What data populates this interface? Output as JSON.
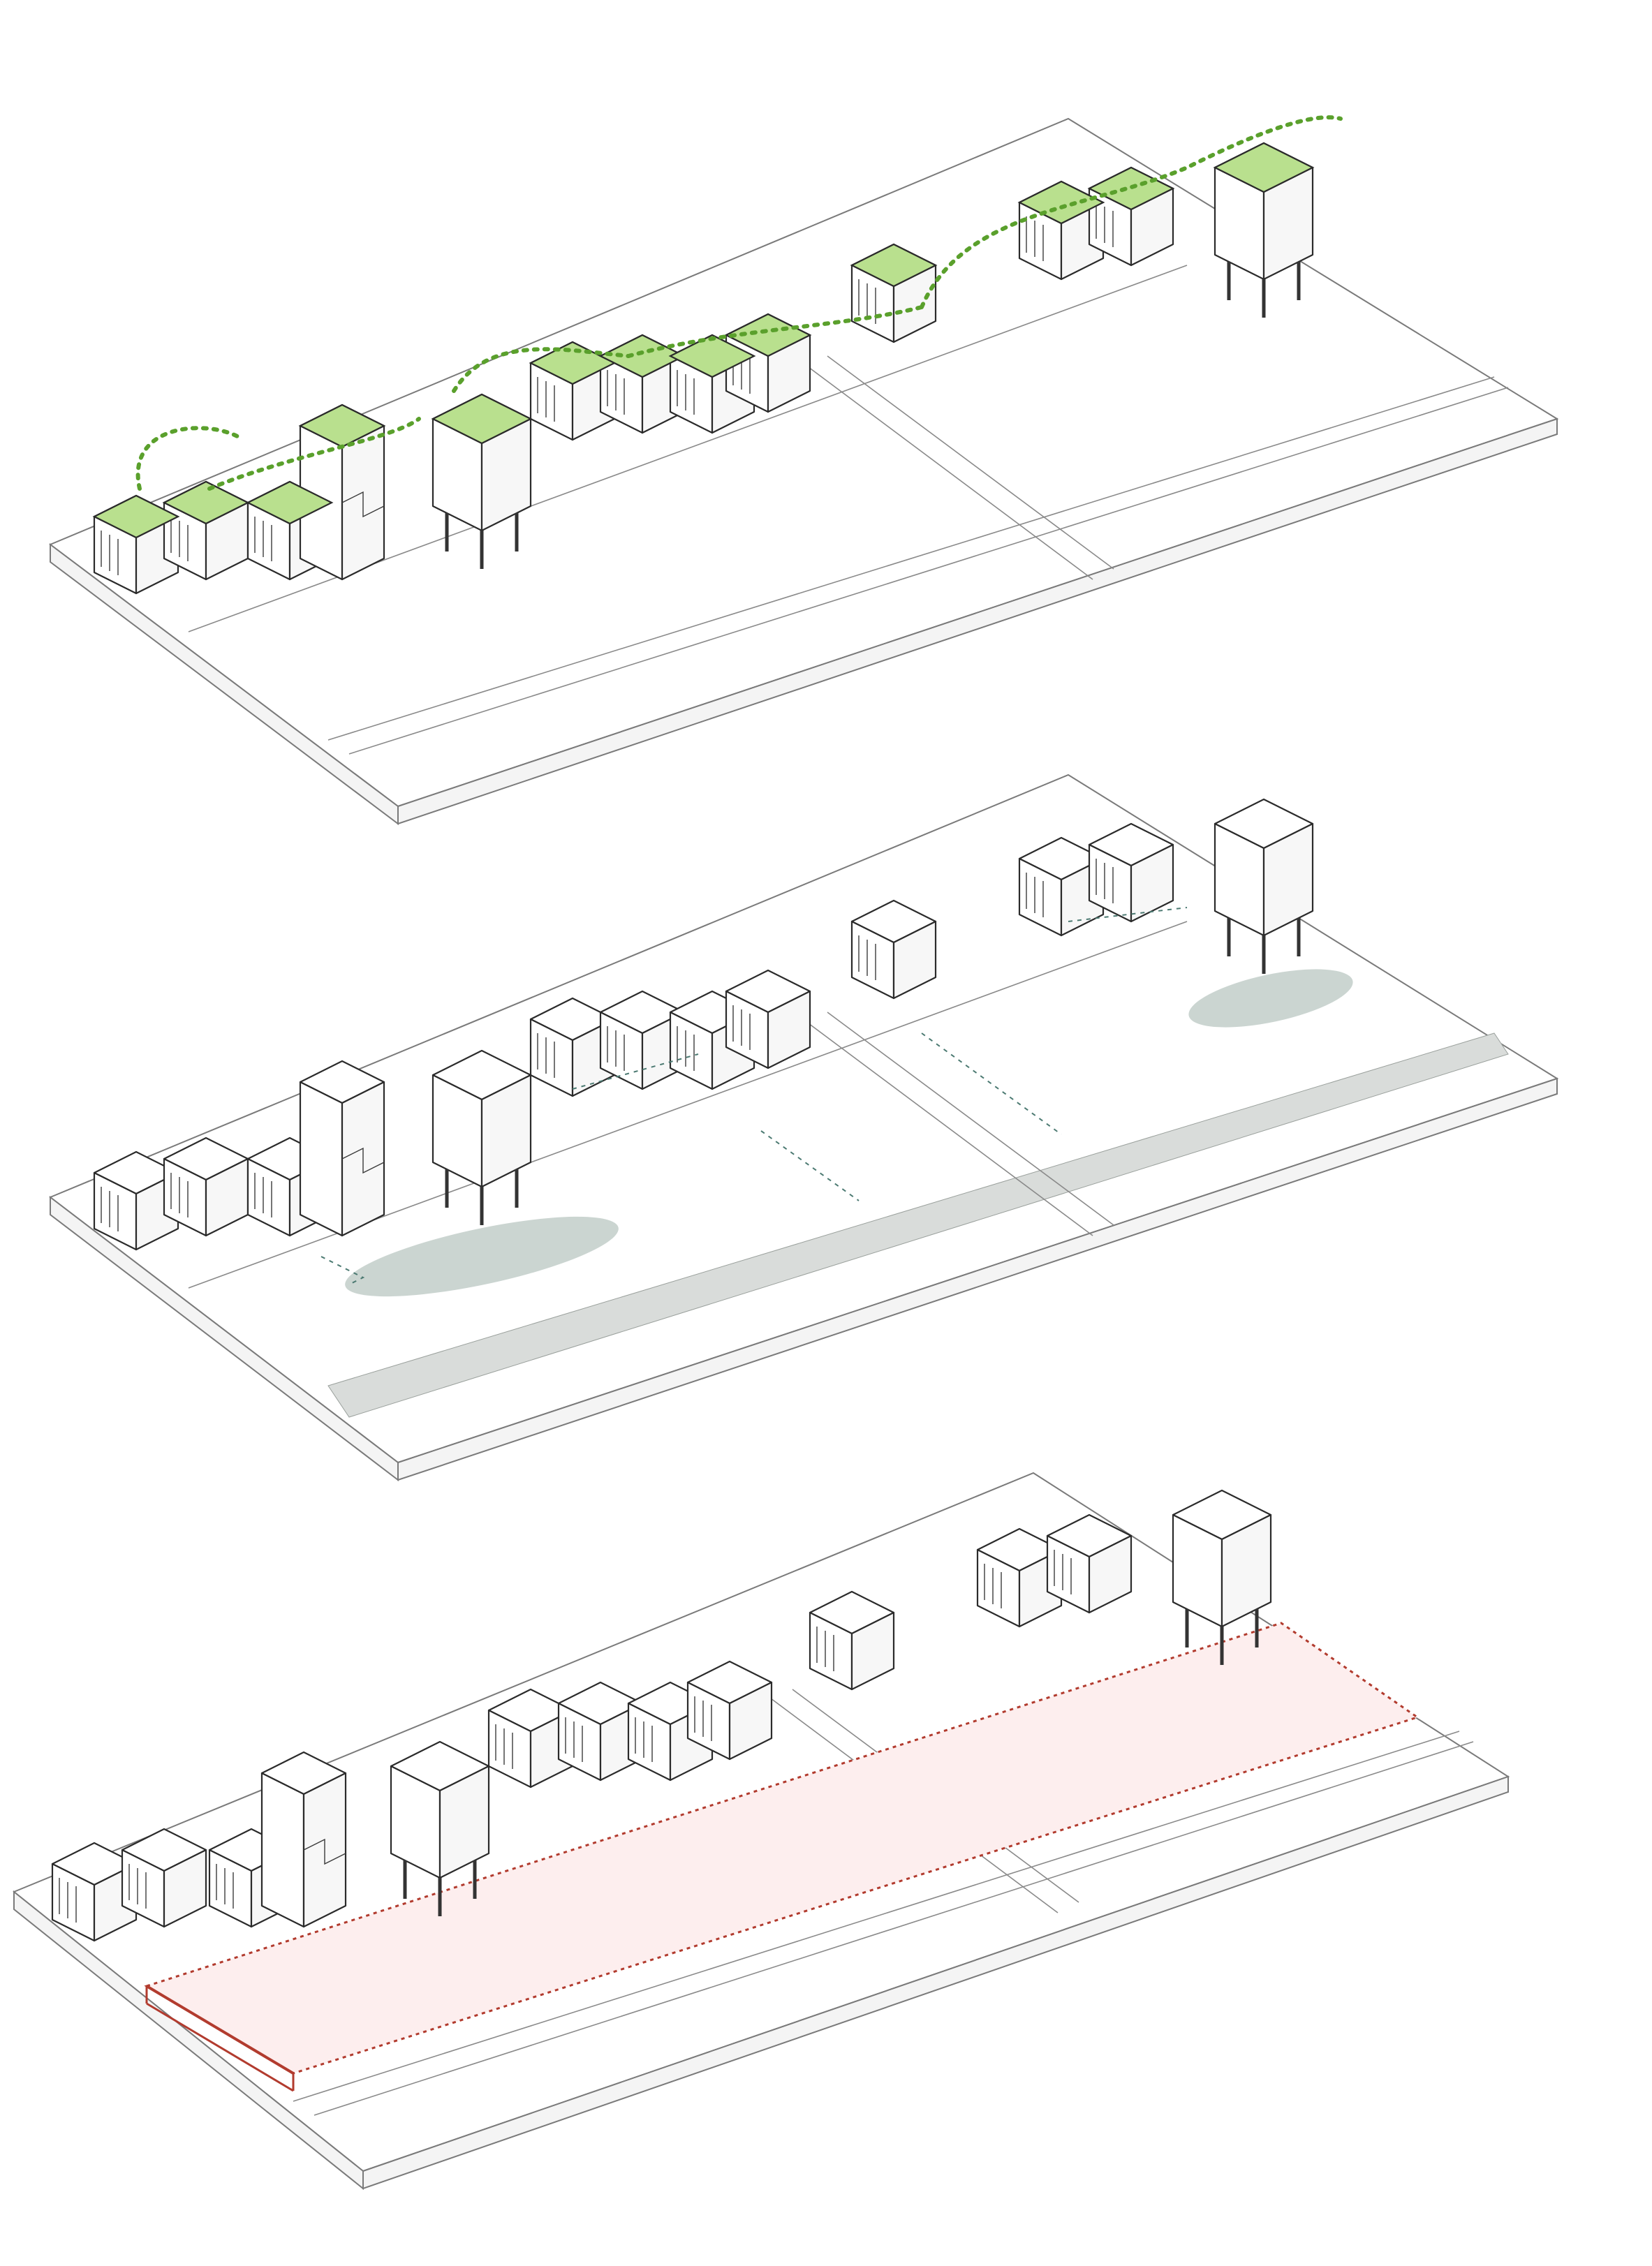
{
  "diagram": {
    "panels": [
      {
        "id": "green-roof-connectivity",
        "roof_color": "#b9e08e",
        "accent_color": "#5aa02c"
      },
      {
        "id": "shadow-cast",
        "roof_color": "#d8ece3",
        "shadow_color": "#b9c7c1",
        "road_fill": "#d9dcda"
      },
      {
        "id": "ground-clearance",
        "roof_color": "#ffffff",
        "zone_fill": "#fdeeee",
        "zone_stroke": "#b23b2e"
      }
    ]
  }
}
